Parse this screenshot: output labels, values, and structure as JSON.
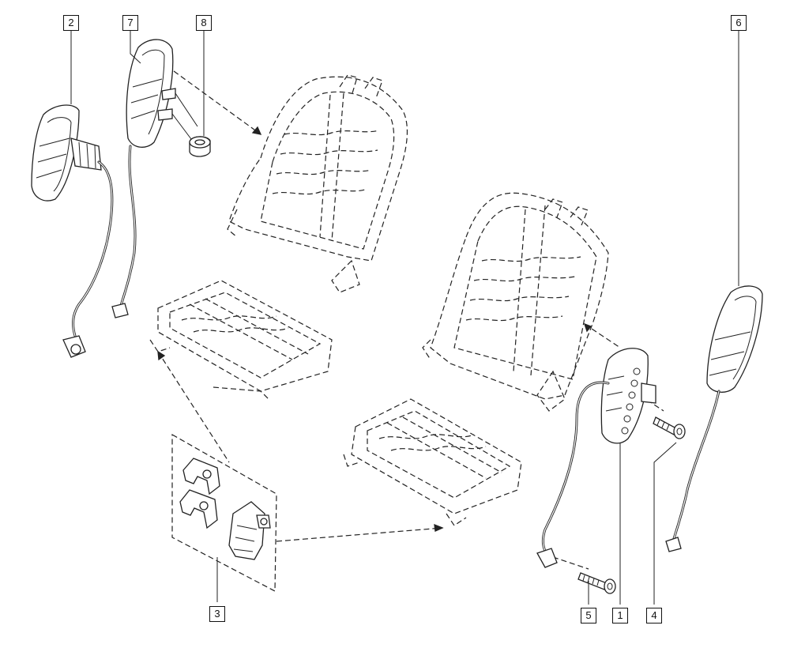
{
  "callouts": [
    {
      "id": "callout-2",
      "label": "2"
    },
    {
      "id": "callout-7",
      "label": "7"
    },
    {
      "id": "callout-8",
      "label": "8"
    },
    {
      "id": "callout-6",
      "label": "6"
    },
    {
      "id": "callout-3",
      "label": "3"
    },
    {
      "id": "callout-5",
      "label": "5"
    },
    {
      "id": "callout-1",
      "label": "1"
    },
    {
      "id": "callout-4",
      "label": "4"
    }
  ]
}
